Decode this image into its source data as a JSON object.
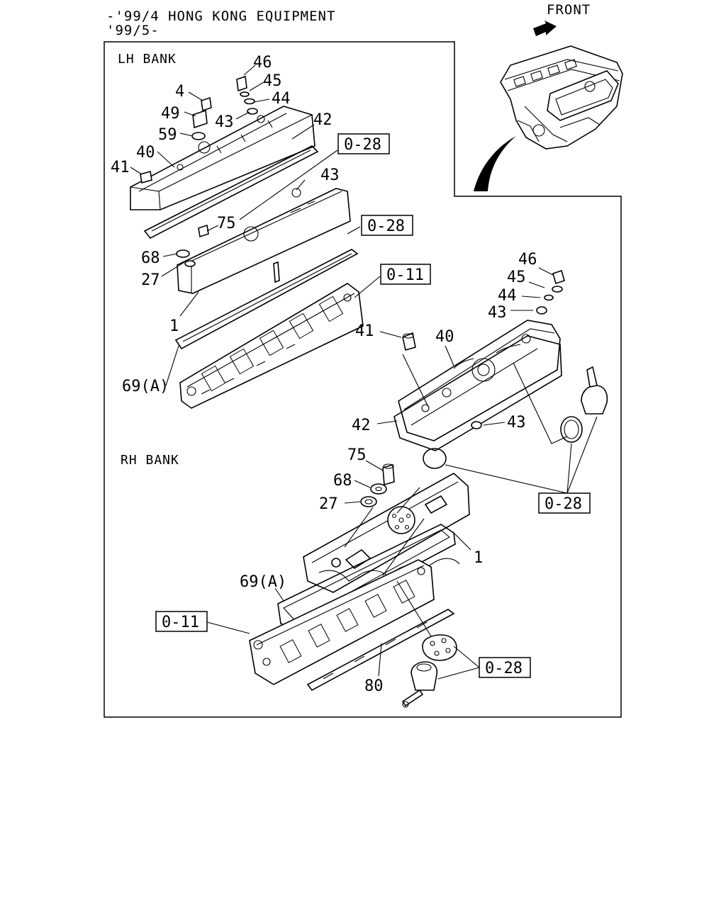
{
  "header": {
    "line1": "-'99/4 HONG KONG EQUIPMENT",
    "line2": "'99/5-"
  },
  "front_label": "FRONT",
  "banks": {
    "lh": "LH BANK",
    "rh": "RH BANK"
  },
  "callouts": {
    "lh_46": "46",
    "lh_45": "45",
    "lh_4": "4",
    "lh_44": "44",
    "lh_49": "49",
    "lh_43a": "43",
    "lh_42": "42",
    "lh_59": "59",
    "lh_40": "40",
    "lh_41": "41",
    "lh_43b": "43",
    "lh_75": "75",
    "lh_68": "68",
    "lh_27": "27",
    "lh_1": "1",
    "lh_69": "69(A)",
    "rh_46": "46",
    "rh_45": "45",
    "rh_44": "44",
    "rh_43a": "43",
    "rh_41": "41",
    "rh_40": "40",
    "rh_42": "42",
    "rh_43b": "43",
    "rh_75": "75",
    "rh_68": "68",
    "rh_27": "27",
    "rh_1": "1",
    "rh_69": "69(A)",
    "rh_80": "80"
  },
  "references": {
    "ref_028_a": "0-28",
    "ref_028_b": "0-28",
    "ref_011_a": "0-11",
    "ref_028_c": "0-28",
    "ref_011_b": "0-11",
    "ref_028_d": "0-28"
  }
}
